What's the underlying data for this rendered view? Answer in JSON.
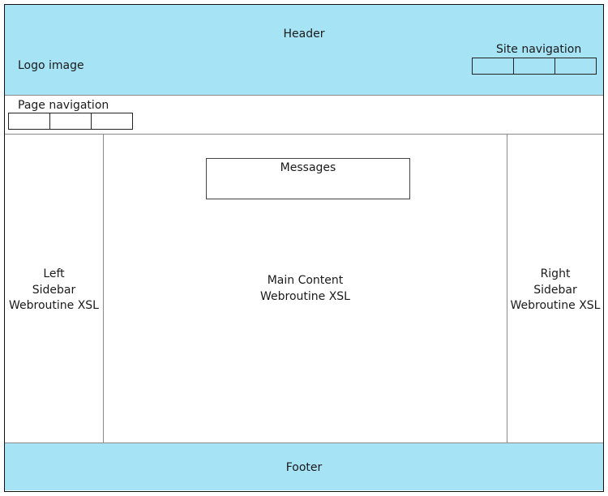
{
  "header": {
    "title": "Header",
    "logo": "Logo image",
    "site_nav": {
      "label": "Site navigation",
      "item_count": 3
    }
  },
  "page_nav": {
    "label": "Page navigation",
    "item_count": 3
  },
  "left_sidebar": {
    "lines": [
      "Left",
      "Sidebar",
      "Webroutine XSL"
    ]
  },
  "messages": {
    "label": "Messages"
  },
  "main_content": {
    "lines": [
      "Main Content",
      "Webroutine XSL"
    ]
  },
  "right_sidebar": {
    "lines": [
      "Right",
      "Sidebar",
      "Webroutine XSL"
    ]
  },
  "footer": {
    "label": "Footer"
  },
  "colors": {
    "header_footer_bg": "#a6e3f5",
    "frame_border": "#111111"
  }
}
